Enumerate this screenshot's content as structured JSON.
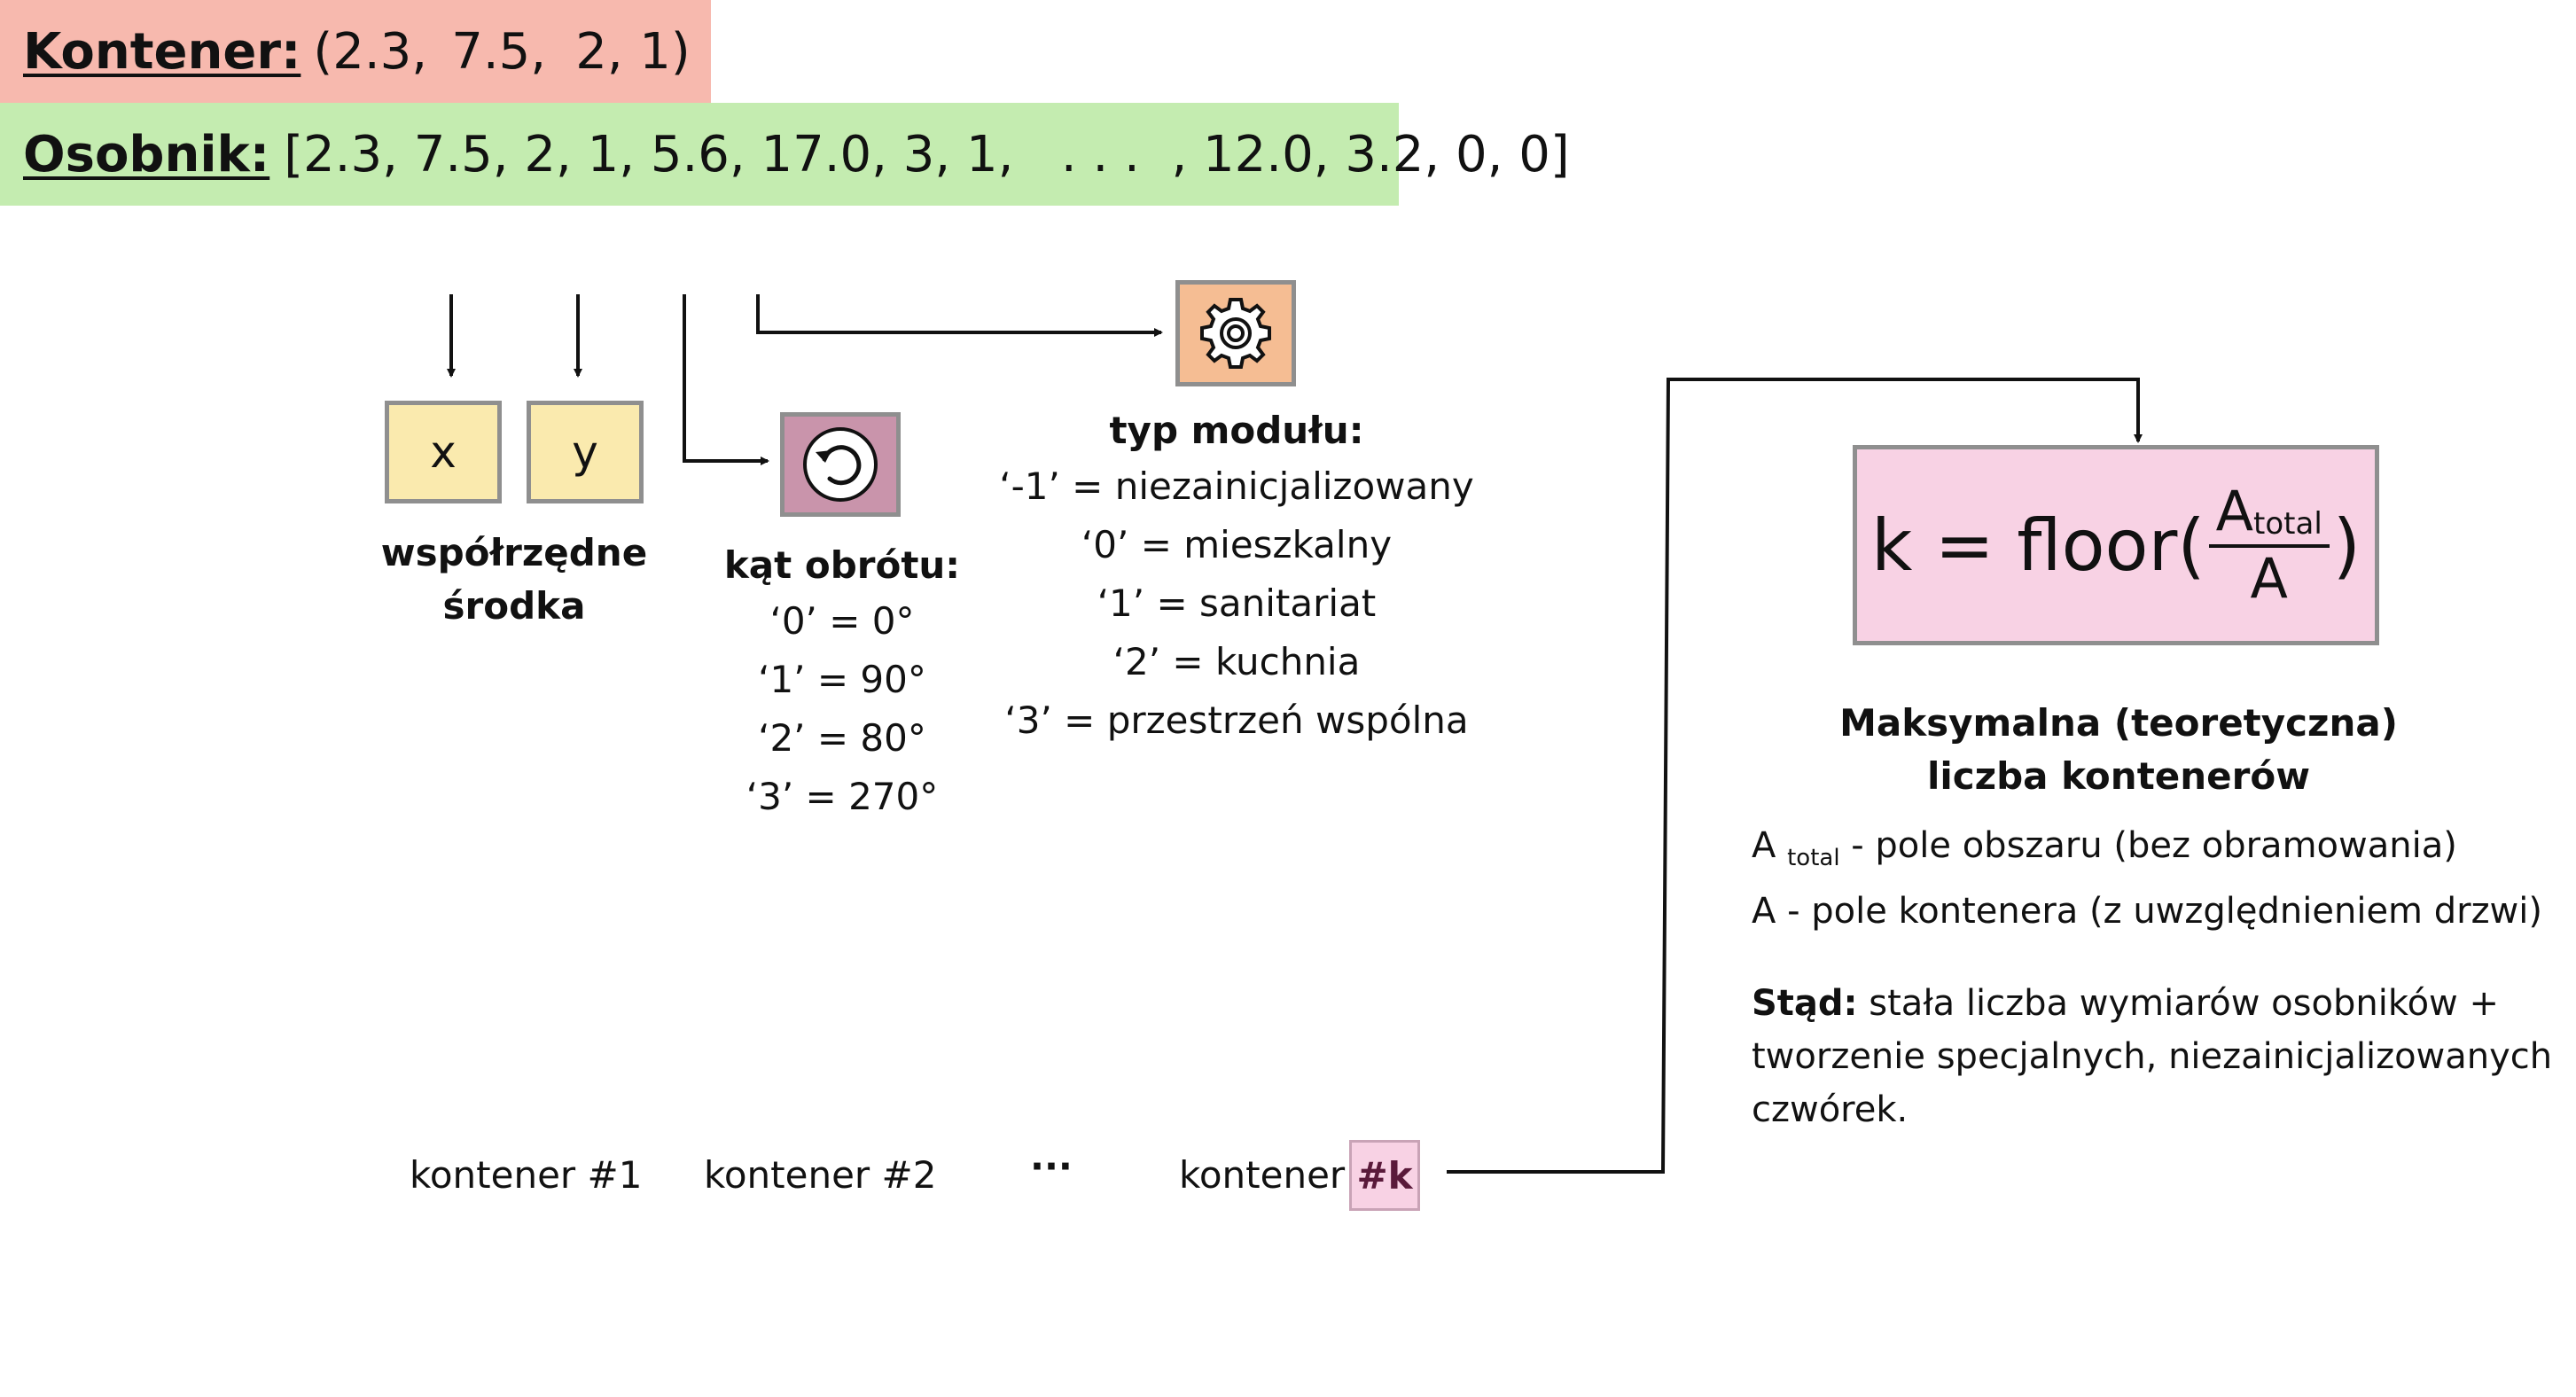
{
  "kontener": {
    "label": "Kontener:",
    "open": "(",
    "values": [
      "2.3,",
      "7.5,",
      "2,",
      "1"
    ],
    "close": ")"
  },
  "coords": {
    "x": "x",
    "y": "y",
    "caption_line1": "współrzędne",
    "caption_line2": "środka"
  },
  "rotation": {
    "icon": "rotate-icon",
    "title": "kąt obrótu:",
    "items": [
      "‘0’ = 0°",
      "‘1’ = 90°",
      "‘2’ = 80°",
      "‘3’ = 270°"
    ]
  },
  "module_type": {
    "icon": "gear-icon",
    "title": "typ modułu:",
    "items": [
      "‘-1’ = niezainicjalizowany",
      "‘0’ = mieszkalny",
      "‘1’ = sanitariat",
      "‘2’ = kuchnia",
      "‘3’ = przestrzeń wspólna"
    ]
  },
  "osobnik": {
    "label": "Osobnik:",
    "values": "[2.3, 7.5, 2, 1, 5.6, 17.0, 3, 1,   . . .  , 12.0, 3.2, 0, 0]"
  },
  "containers": {
    "c1": "kontener #1",
    "c2": "kontener #2",
    "ellipsis": "···",
    "ck_prefix": "kontener",
    "ck_badge": "#k"
  },
  "formula": {
    "lhs": "k = floor(",
    "num": "A",
    "num_sub": "total",
    "den": "A",
    "rhs": ")"
  },
  "explanation": {
    "title_line1": "Maksymalna (teoretyczna)",
    "title_line2": "liczba kontenerów",
    "atotal_a": "A",
    "atotal_sub": "total",
    "atotal_desc": " - pole obszaru (bez obramowania)",
    "a_desc": "A - pole kontenera (z uwzględnieniem drzwi)",
    "stad_bold": "Stąd:",
    "stad_line1": " stała liczba wymiarów osobników +",
    "stad_line2": "tworzenie specjalnych, niezainicjalizowanych",
    "stad_line3": "czwórek."
  },
  "colors": {
    "kontener_bg": "#f7b9ae",
    "osobnik_bg": "#c4ecb0",
    "coord_bg": "#faeaae",
    "rotation_bg": "#c994ab",
    "module_bg": "#f5bd93",
    "formula_bg": "#f8d2e4"
  }
}
